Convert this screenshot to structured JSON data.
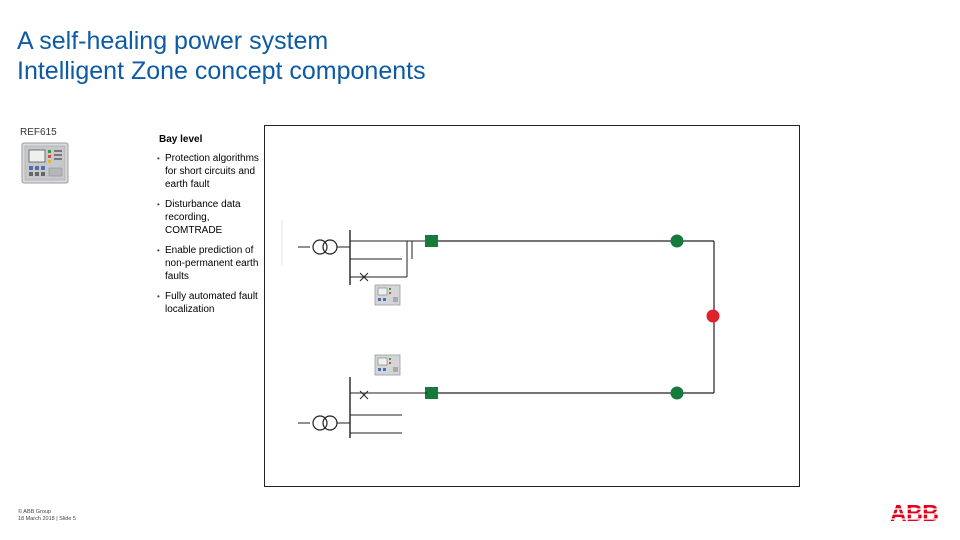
{
  "header": {
    "title_line1": "A self-healing power system",
    "title_line2": "Intelligent Zone concept components"
  },
  "device": {
    "label": "REF615",
    "icon": "relay-device-icon"
  },
  "bay": {
    "heading": "Bay level",
    "bullets": [
      "Protection algorithms for short circuits and earth fault",
      "Disturbance data recording, COMTRADE",
      "Enable prediction of non-permanent earth faults",
      "Fully automated fault localization"
    ]
  },
  "footer": {
    "copyright": "© ABB Group",
    "date_slide": "18 March 2018 | Slide 5"
  },
  "logo": {
    "text": "ABB",
    "color": "#e2001a"
  },
  "colors": {
    "title": "#0d5aa7",
    "breaker_closed": "#157a3c",
    "fault_node": "#e0202a"
  }
}
